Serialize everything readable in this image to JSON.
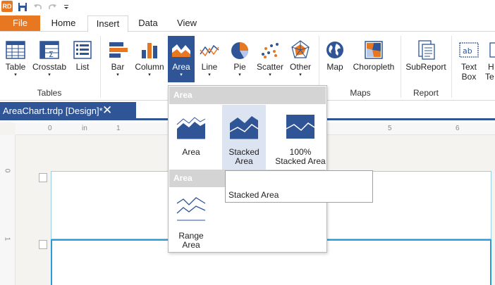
{
  "quick_access": {
    "app_icon": "RD",
    "save": "save-icon",
    "undo": "undo-icon",
    "redo": "redo-icon",
    "customize": "customize-caret-icon"
  },
  "tabs": {
    "file": "File",
    "home": "Home",
    "insert": "Insert",
    "data": "Data",
    "view": "View"
  },
  "ribbon": {
    "tables": {
      "table": "Table",
      "crosstab": "Crosstab",
      "list": "List",
      "group_label": "Tables"
    },
    "charts": {
      "bar": "Bar",
      "column": "Column",
      "area": "Area",
      "line": "Line",
      "pie": "Pie",
      "scatter": "Scatter",
      "other": "Other"
    },
    "maps": {
      "map": "Map",
      "choropleth": "Choropleth",
      "group_label": "Maps"
    },
    "report": {
      "subreport": "SubReport",
      "group_label": "Report"
    },
    "text": {
      "textbox_line1": "Text",
      "textbox_line2": "Box",
      "html_line1": "H",
      "html_line2": "Te"
    },
    "caret": "▾"
  },
  "document_tab": {
    "title": "AreaChart.trdp [Design]*",
    "close": "✕"
  },
  "ruler": {
    "h": [
      "0",
      "in",
      "1",
      "5",
      "6"
    ],
    "v": [
      "0",
      "1"
    ]
  },
  "gallery": {
    "section1": "Area",
    "item_area": "Area",
    "item_stacked_line1": "Stacked",
    "item_stacked_line2": "Area",
    "item_100_line1": "100%",
    "item_100_line2": "Stacked Area",
    "section2": "Area",
    "item_range_line1": "Range",
    "item_range_line2": "Area"
  },
  "tooltip": {
    "text": "Stacked Area"
  },
  "colors": {
    "accent": "#2f5597",
    "file": "#e87722",
    "hover": "#dce3f1",
    "band_border": "#2b9ad6"
  }
}
